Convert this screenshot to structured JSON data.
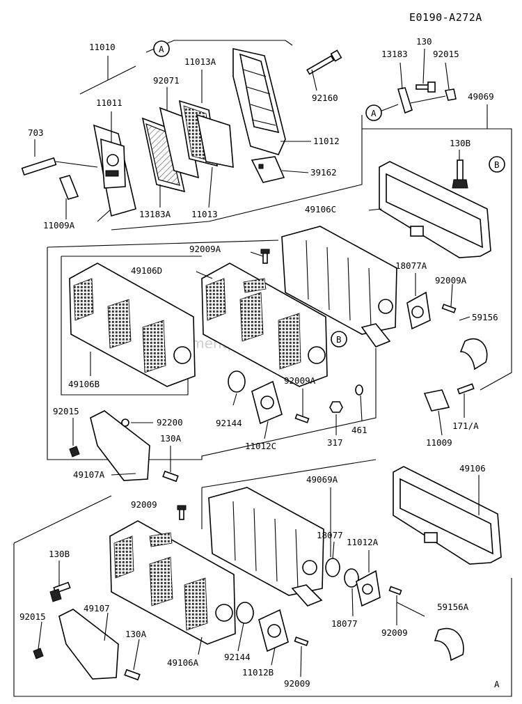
{
  "diagram_code": "E0190-A272A",
  "watermark": "ereplacementparts.com",
  "callouts": {
    "a1": "A",
    "a2": "A",
    "b1": "B",
    "b2": "B",
    "frame_a": "A"
  },
  "parts": {
    "p11010": "11010",
    "p11011": "11011",
    "p703": "703",
    "p11009A": "11009A",
    "p13183A": "13183A",
    "p92071": "92071",
    "p11013A": "11013A",
    "p11013": "11013",
    "p92160": "92160",
    "p11012": "11012",
    "p39162": "39162",
    "p13183": "13183",
    "p130": "130",
    "p92015_top": "92015",
    "p49069": "49069",
    "p130B_top": "130B",
    "p49106C": "49106C",
    "p92009A_top": "92009A",
    "p49106D": "49106D",
    "p18077A": "18077A",
    "p92009A_mid": "92009A",
    "p59156": "59156",
    "p49106B": "49106B",
    "p92009A_low": "92009A",
    "p92144_top": "92144",
    "p11012C": "11012C",
    "p317": "317",
    "p461": "461",
    "p11009": "11009",
    "p171A": "171/A",
    "p92015_mid": "92015",
    "p92200": "92200",
    "p130A_mid": "130A",
    "p49107A": "49107A",
    "p49069A": "49069A",
    "p49106": "49106",
    "p92009_top": "92009",
    "p18077_top": "18077",
    "p11012A": "11012A",
    "p130B_low": "130B",
    "p59156A": "59156A",
    "p18077_low": "18077",
    "p92009_mid": "92009",
    "p92015_low": "92015",
    "p49107": "49107",
    "p130A_low": "130A",
    "p92144_low": "92144",
    "p49106A": "49106A",
    "p11012B": "11012B",
    "p92009_low": "92009"
  }
}
